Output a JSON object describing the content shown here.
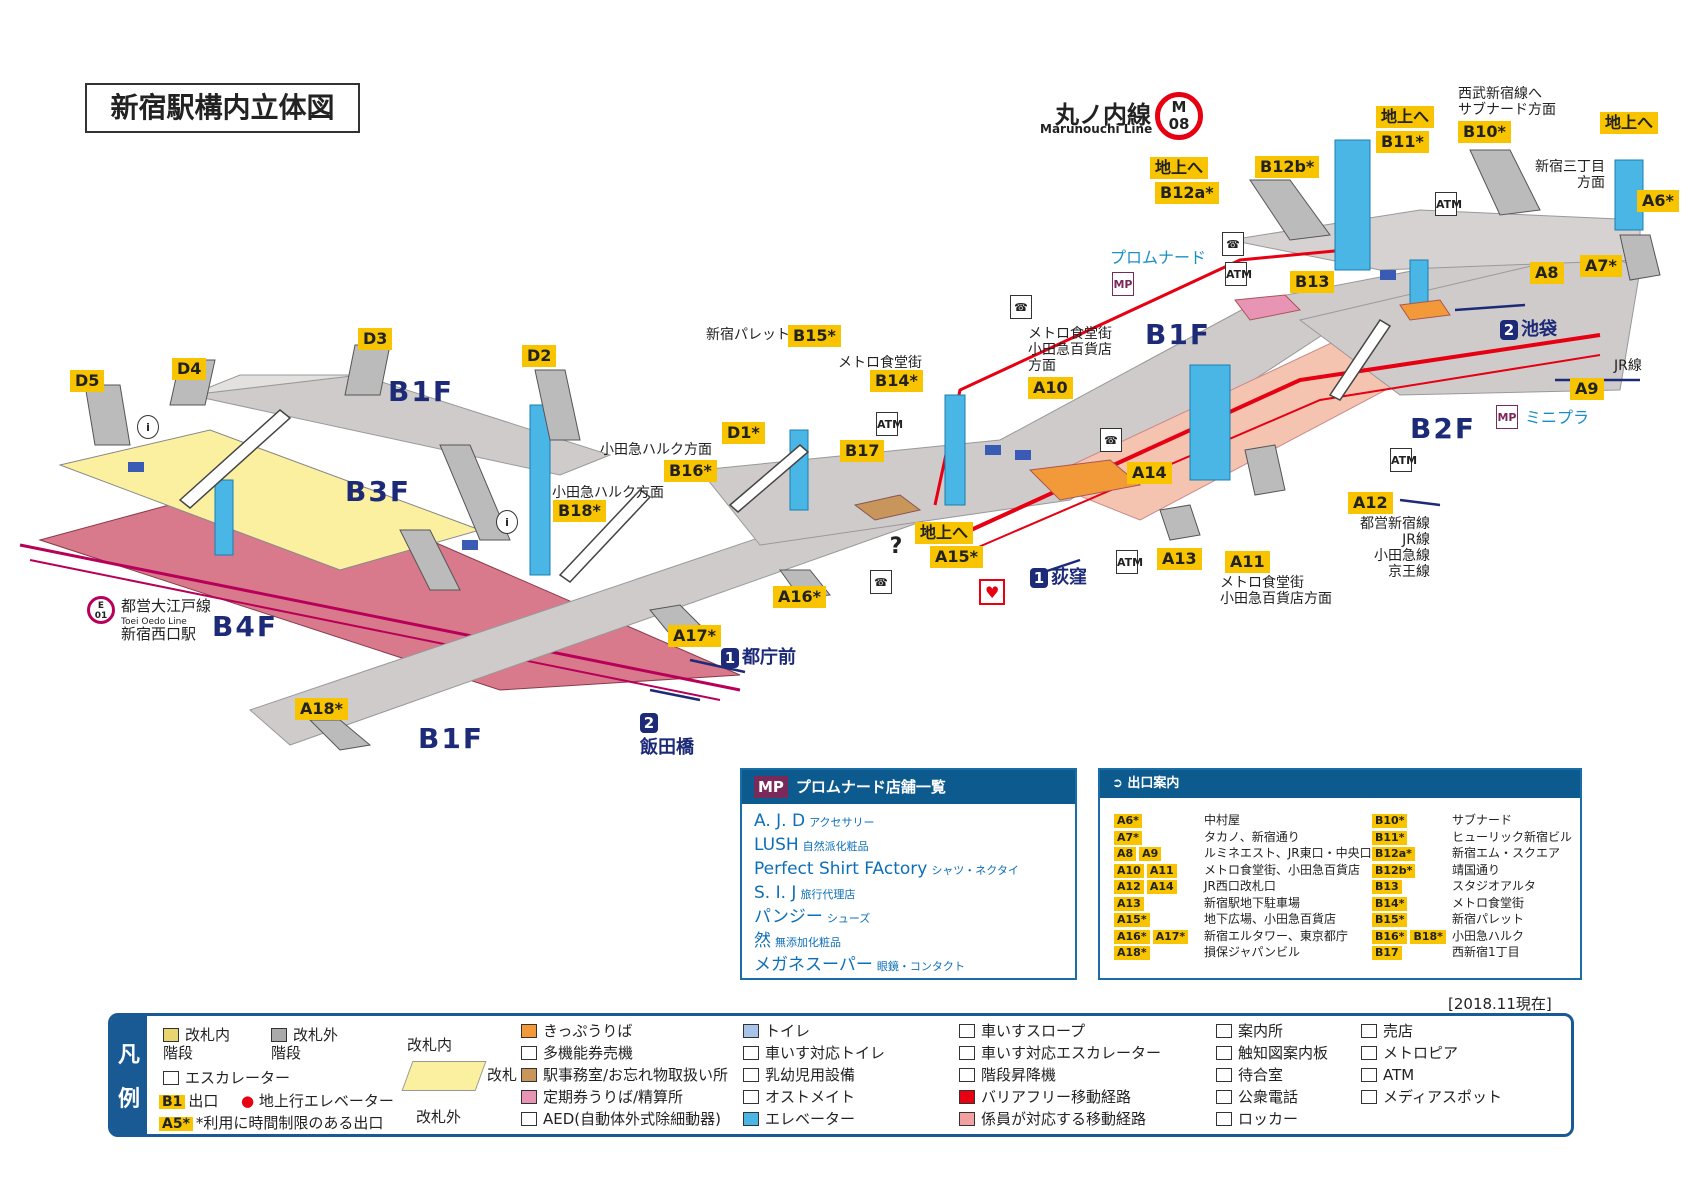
{
  "title": "新宿駅構内立体図",
  "line": {
    "name": "丸ノ内線",
    "name_en": "Marunouchi Line",
    "code_letter": "M",
    "code_num": "08"
  },
  "colors": {
    "line_red": "#e60012",
    "floor_blue": "#1d2a78",
    "exit_yellow": "#f8c400",
    "platform_pink": "#d97a8c",
    "concourse_gray": "#cfcbcb",
    "paid_yellow": "#fbf0a0",
    "elevator_cyan": "#49b6e6",
    "panel_blue": "#0d5a8f"
  },
  "floors": {
    "b1f_a": "B1F",
    "b3f": "B3F",
    "b4f": "B4F",
    "b1f_b": "B1F",
    "b1f_c": "B1F",
    "b2f": "B2F"
  },
  "exits": {
    "d5": "D5",
    "d4": "D4",
    "d3": "D3",
    "d2": "D2",
    "d1": "D1*",
    "b15": "B15*",
    "b14": "B14*",
    "b17": "B17",
    "b16": "B16*",
    "b18": "B18*",
    "a10": "A10",
    "a14": "A14",
    "a15": "A15*",
    "a16": "A16*",
    "a17": "A17*",
    "a18": "A18*",
    "a13": "A13",
    "a11": "A11",
    "a12": "A12",
    "b13": "B13",
    "b12a": "B12a*",
    "b12b": "B12b*",
    "b11": "B11*",
    "b10": "B10*",
    "a6": "A6*",
    "a7": "A7*",
    "a8": "A8",
    "a9": "A9",
    "up1": "地上へ",
    "up2": "地上へ",
    "up3": "地上へ",
    "up4": "地上へ"
  },
  "labels": {
    "palette": "新宿パレット",
    "metro_food": "メトロ食堂街",
    "metro_food_odakyu": "メトロ食堂街\n小田急百貨店\n方面",
    "odakyu_halc_1": "小田急ハルク方面",
    "odakyu_halc_2": "小田急ハルク方面",
    "promenade": "プロムナード",
    "seibu": "西武新宿線へ\nサブナード方面",
    "sanchome": "新宿三丁目\n方面",
    "jr_line": "JR線",
    "mini_pla": "ミニプラ",
    "toei_transfer": "都営新宿線\nJR線\n小田急線\n京王線",
    "metro_food_a11": "メトロ食堂街\n小田急百貨店方面",
    "oedo": "都営大江戸線",
    "oedo_en": "Toei Oedo Line",
    "nishi_shinjuku": "新宿西口駅",
    "oedo_code": "E\n01"
  },
  "directions": {
    "ikebukuro": {
      "num": "2",
      "text": "池袋"
    },
    "ogikubo": {
      "num": "1",
      "text": "荻窪"
    },
    "tochomae": {
      "num": "1",
      "text": "都庁前"
    },
    "iidabashi": {
      "num": "2",
      "text": "飯田橋"
    }
  },
  "shops": {
    "heading": "プロムナード店舗一覧",
    "mp": "MP",
    "items": [
      {
        "name": "A. J. D",
        "type": "アクセサリー"
      },
      {
        "name": "LUSH",
        "type": "自然派化粧品"
      },
      {
        "name": "Perfect Shirt FActory",
        "type": "シャツ・ネクタイ"
      },
      {
        "name": "S. I. J",
        "type": "旅行代理店"
      },
      {
        "name": "パンジー",
        "type": "シューズ"
      },
      {
        "name": "然",
        "type": "無添加化粧品"
      },
      {
        "name": "メガネスーパー",
        "type": "眼鏡・コンタクト"
      }
    ]
  },
  "exit_guide": {
    "heading": "出口案内",
    "left": [
      {
        "codes": [
          "A6*"
        ],
        "dest": "中村屋"
      },
      {
        "codes": [
          "A7*"
        ],
        "dest": "タカノ、新宿通り"
      },
      {
        "codes": [
          "A8",
          "A9"
        ],
        "dest": "ルミネエスト、JR東口・中央口"
      },
      {
        "codes": [
          "A10",
          "A11"
        ],
        "dest": "メトロ食堂街、小田急百貨店"
      },
      {
        "codes": [
          "A12",
          "A14"
        ],
        "dest": "JR西口改札口"
      },
      {
        "codes": [
          "A13"
        ],
        "dest": "新宿駅地下駐車場"
      },
      {
        "codes": [
          "A15*"
        ],
        "dest": "地下広場、小田急百貨店"
      },
      {
        "codes": [
          "A16*",
          "A17*"
        ],
        "dest": "新宿エルタワー、東京都庁"
      },
      {
        "codes": [
          "A18*"
        ],
        "dest": "損保ジャパンビル"
      }
    ],
    "right": [
      {
        "codes": [
          "B10*"
        ],
        "dest": "サブナード"
      },
      {
        "codes": [
          "B11*"
        ],
        "dest": "ヒューリック新宿ビル"
      },
      {
        "codes": [
          "B12a*"
        ],
        "dest": "新宿エム・スクエア"
      },
      {
        "codes": [
          "B12b*"
        ],
        "dest": "靖国通り"
      },
      {
        "codes": [
          "B13"
        ],
        "dest": "スタジオアルタ"
      },
      {
        "codes": [
          "B14*"
        ],
        "dest": "メトロ食堂街"
      },
      {
        "codes": [
          "B15*"
        ],
        "dest": "新宿パレット"
      },
      {
        "codes": [
          "B16*",
          "B18*"
        ],
        "dest": "小田急ハルク"
      },
      {
        "codes": [
          "B17"
        ],
        "dest": "西新宿1丁目"
      }
    ]
  },
  "date_note": "[2018.11現在]",
  "legend": {
    "side_1": "凡",
    "side_2": "例",
    "col1": [
      "改札内\n階段",
      "改札外\n階段",
      "エスカレーター",
      "出口",
      "地上行エレベーター",
      "*利用に時間制限のある出口"
    ],
    "col1_chips": [
      "B1",
      "A5*"
    ],
    "gate": {
      "inside": "改札内",
      "gate": "改札",
      "outside": "改札外"
    },
    "col2": [
      "きっぷうりば",
      "多機能券売機",
      "駅事務室/お忘れ物取扱い所",
      "定期券うりば/精算所",
      "AED(自動体外式除細動器)"
    ],
    "col3": [
      "トイレ",
      "車いす対応トイレ",
      "乳幼児用設備",
      "オストメイト",
      "エレベーター"
    ],
    "col4": [
      "車いすスロープ",
      "車いす対応エスカレーター",
      "階段昇降機",
      "バリアフリー移動経路",
      "係員が対応する移動経路"
    ],
    "col5": [
      "案内所",
      "触知図案内板",
      "待合室",
      "公衆電話",
      "ロッカー"
    ],
    "col6": [
      "売店",
      "メトロピア",
      "ATM",
      "メディアスポット"
    ]
  },
  "icons": {
    "atm": "ATM",
    "info": "i",
    "question": "?",
    "phone": "☎",
    "mp": "MP"
  }
}
